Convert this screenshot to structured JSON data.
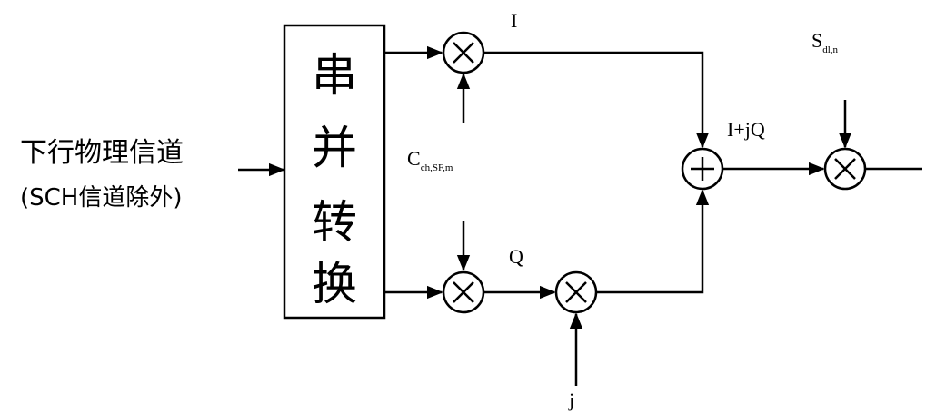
{
  "input": {
    "line1": "下行物理信道",
    "line2": "(SCH信道除外)"
  },
  "sp_converter": {
    "chars": [
      "串",
      "并",
      "转",
      "换"
    ]
  },
  "labels": {
    "i_branch": "I",
    "q_branch": "Q",
    "code_main": "C",
    "code_sub": "ch,SF,m",
    "j_input": "j",
    "sum_output": "I+jQ",
    "scramble_main": "S",
    "scramble_sub": "dl,n"
  },
  "operators": {
    "multiply": "×",
    "add": "+"
  }
}
